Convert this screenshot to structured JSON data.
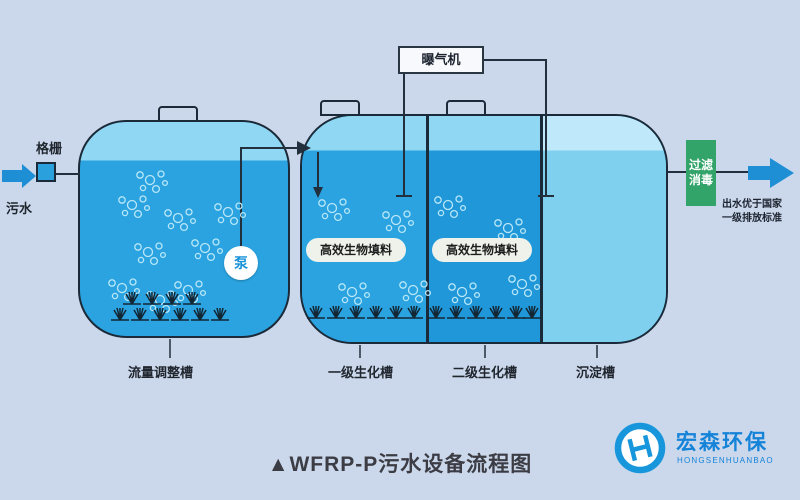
{
  "title": "▲WFRP-P污水设备流程图",
  "flow": {
    "inflow_label": "污水",
    "screen_label": "格栅",
    "pump_label": "泵",
    "aerator_label": "曝气机",
    "biofiller_label": "高效生物填料",
    "filter_line1": "过滤",
    "filter_line2": "消毒",
    "outflow_line1": "出水优于国家",
    "outflow_line2": "一级排放标准"
  },
  "tanks": {
    "tank1_label": "流量调整槽",
    "bio1_label": "一级生化槽",
    "bio2_label": "二级生化槽",
    "sed_label": "沉淀槽"
  },
  "logo": {
    "name": "宏森环保",
    "subtitle": "HONGSENHUANBAO"
  },
  "colors": {
    "background": "#cbd8ec",
    "water_main": "#2aa3e0",
    "water_light": "#8fd7f3",
    "water_deep": "#1f97d8",
    "water_pale": "#7fd0ef",
    "outline": "#1b2a38",
    "arrow_blue": "#1e8fd4",
    "filter_green": "#33a469",
    "brand_blue": "#1583d8"
  }
}
